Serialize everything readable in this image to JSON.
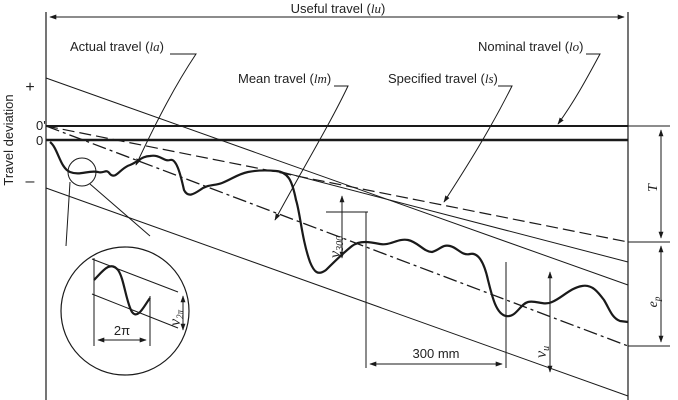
{
  "labels": {
    "useful_travel": "Useful travel (",
    "useful_travel_sym": "lu",
    "actual_travel": "Actual travel (",
    "actual_travel_sym": "la",
    "mean_travel": "Mean travel (",
    "mean_travel_sym": "lm",
    "specified_travel": "Specified travel (",
    "specified_travel_sym": "ls",
    "nominal_travel": "Nominal travel (",
    "nominal_travel_sym": "lo",
    "close_paren": ")",
    "y_axis": "Travel deviation",
    "plus": "+",
    "minus": "–",
    "zero": "0",
    "zero_prime": "0'",
    "v300": "v",
    "v300_sub": "300",
    "vu": "v",
    "vu_sub": "u",
    "v2pi": "v",
    "v2pi_sub": "2π",
    "two_pi": "2π",
    "dist_300": "300 mm",
    "T": "T",
    "ep": "e",
    "ep_sub": "p"
  },
  "colors": {
    "line": "#1a1a1a",
    "background": "#ffffff"
  }
}
